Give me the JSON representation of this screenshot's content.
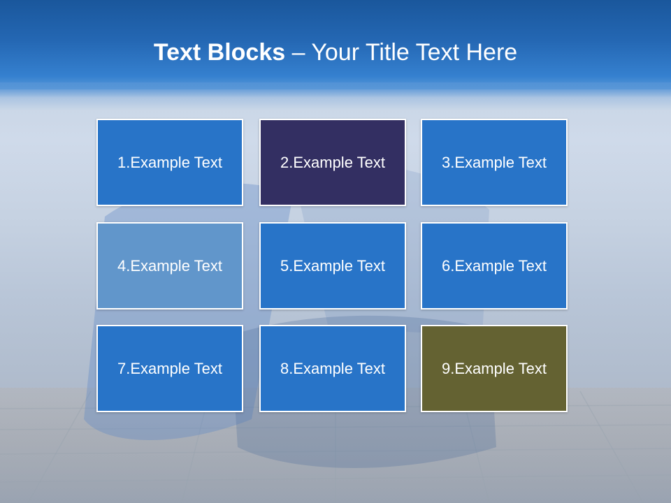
{
  "title": {
    "bold": "Text Blocks",
    "rest": " – Your Title Text Here"
  },
  "blocks": [
    {
      "label": "1.Example Text",
      "color": "#2874c8"
    },
    {
      "label": "2.Example Text",
      "color": "#332f62"
    },
    {
      "label": "3.Example Text",
      "color": "#2874c8"
    },
    {
      "label": "4.Example Text",
      "color": "#6196cb"
    },
    {
      "label": "5.Example Text",
      "color": "#2874c8"
    },
    {
      "label": "6.Example Text",
      "color": "#2874c8"
    },
    {
      "label": "7.Example Text",
      "color": "#2874c8"
    },
    {
      "label": "8.Example Text",
      "color": "#2874c8"
    },
    {
      "label": "9.Example Text",
      "color": "#646232"
    }
  ]
}
